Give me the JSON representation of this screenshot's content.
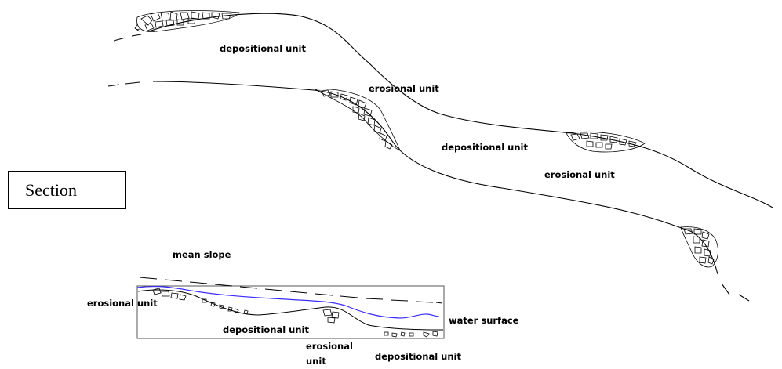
{
  "section_label": "Section",
  "labels": {
    "dep_top": "depositional unit",
    "ero_upper": "erosional unit",
    "dep_mid": "depositional unit",
    "ero_right": "erosional unit",
    "mean_slope": "mean slope",
    "ero_section_left": "erosional unit",
    "dep_section": "depositional unit",
    "water_surface": "water surface",
    "ero_section_bottom_1": "erosional",
    "ero_section_bottom_2": "unit",
    "dep_section_bottom": "depositional unit"
  },
  "colors": {
    "water": "#3a2cff",
    "ink": "#000000"
  }
}
